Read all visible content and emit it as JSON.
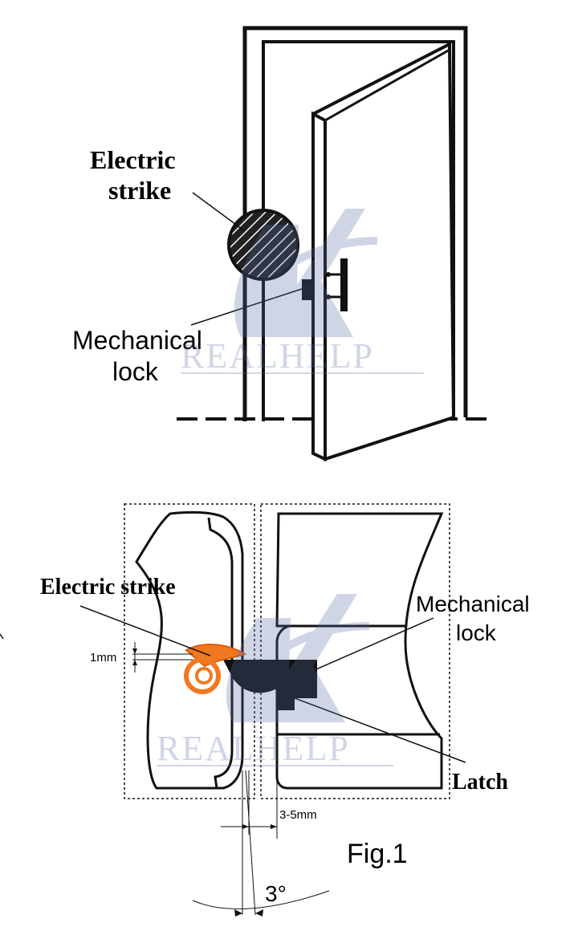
{
  "top_diagram": {
    "electric_strike_label_line1": "Electric",
    "electric_strike_label_line2": "strike",
    "mechanical_lock_label_line1": "Mechanical",
    "mechanical_lock_label_line2": "lock"
  },
  "bottom_diagram": {
    "electric_strike_label": "Electric strike",
    "mechanical_lock_label_line1": "Mechanical",
    "mechanical_lock_label_line2": "lock",
    "latch_label": "Latch",
    "gap_dimension": "1mm",
    "offset_dimension": "3-5mm",
    "angle_dimension": "3°",
    "figure_caption": "Fig.1"
  },
  "watermark": {
    "text_top": "REALHELP",
    "text_bottom": "REALHELP",
    "color": "#5a6aa8"
  },
  "colors": {
    "strike_orange": "#f07820",
    "line": "#111111"
  }
}
